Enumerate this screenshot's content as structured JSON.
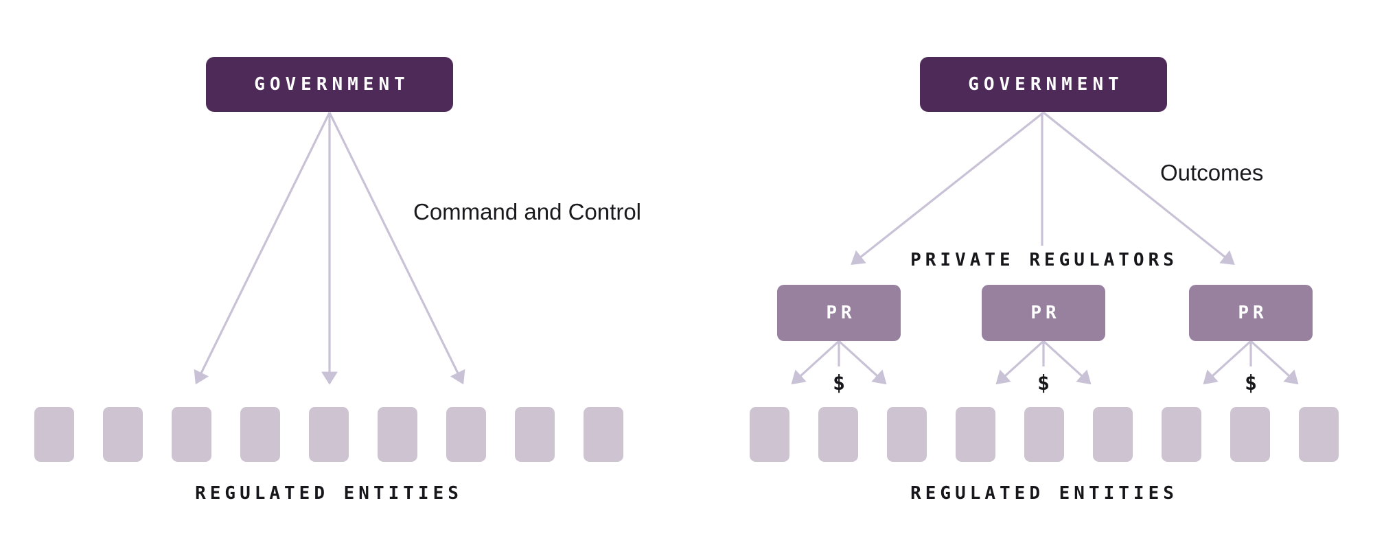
{
  "palette": {
    "government_box": "#4d2a57",
    "private_regulator_box": "#97819f",
    "entity_box": "#cec4d1",
    "arrow": "#c9c2d6",
    "label_text": "#17171b",
    "body_text": "#1a1a1e",
    "government_text": "#ffffff"
  },
  "left_diagram": {
    "title": "GOVERNMENT",
    "approach_label": "Command and Control",
    "entities_label": "REGULATED ENTITIES",
    "entity_count": 9
  },
  "right_diagram": {
    "title": "GOVERNMENT",
    "approach_label": "Outcomes",
    "regulators_label": "PRIVATE REGULATORS",
    "regulator_abbrev": "PR",
    "regulator_count": 3,
    "funding_symbol": "$",
    "entities_label": "REGULATED ENTITIES",
    "entity_count": 9
  }
}
